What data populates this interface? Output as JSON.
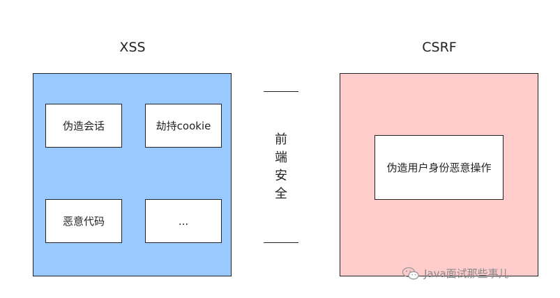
{
  "xss": {
    "title": "XSS",
    "boxes": [
      "伪造会话",
      "劫持cookie",
      "恶意代码",
      "..."
    ]
  },
  "csrf": {
    "title": "CSRF",
    "box": "伪造用户身份恶意操作"
  },
  "center_label": [
    "前",
    "端",
    "安",
    "全"
  ],
  "watermark": "Java面试那些事儿",
  "colors": {
    "xss_fill": "#99c9ff",
    "csrf_fill": "#ffcccc",
    "stroke": "#222222"
  }
}
